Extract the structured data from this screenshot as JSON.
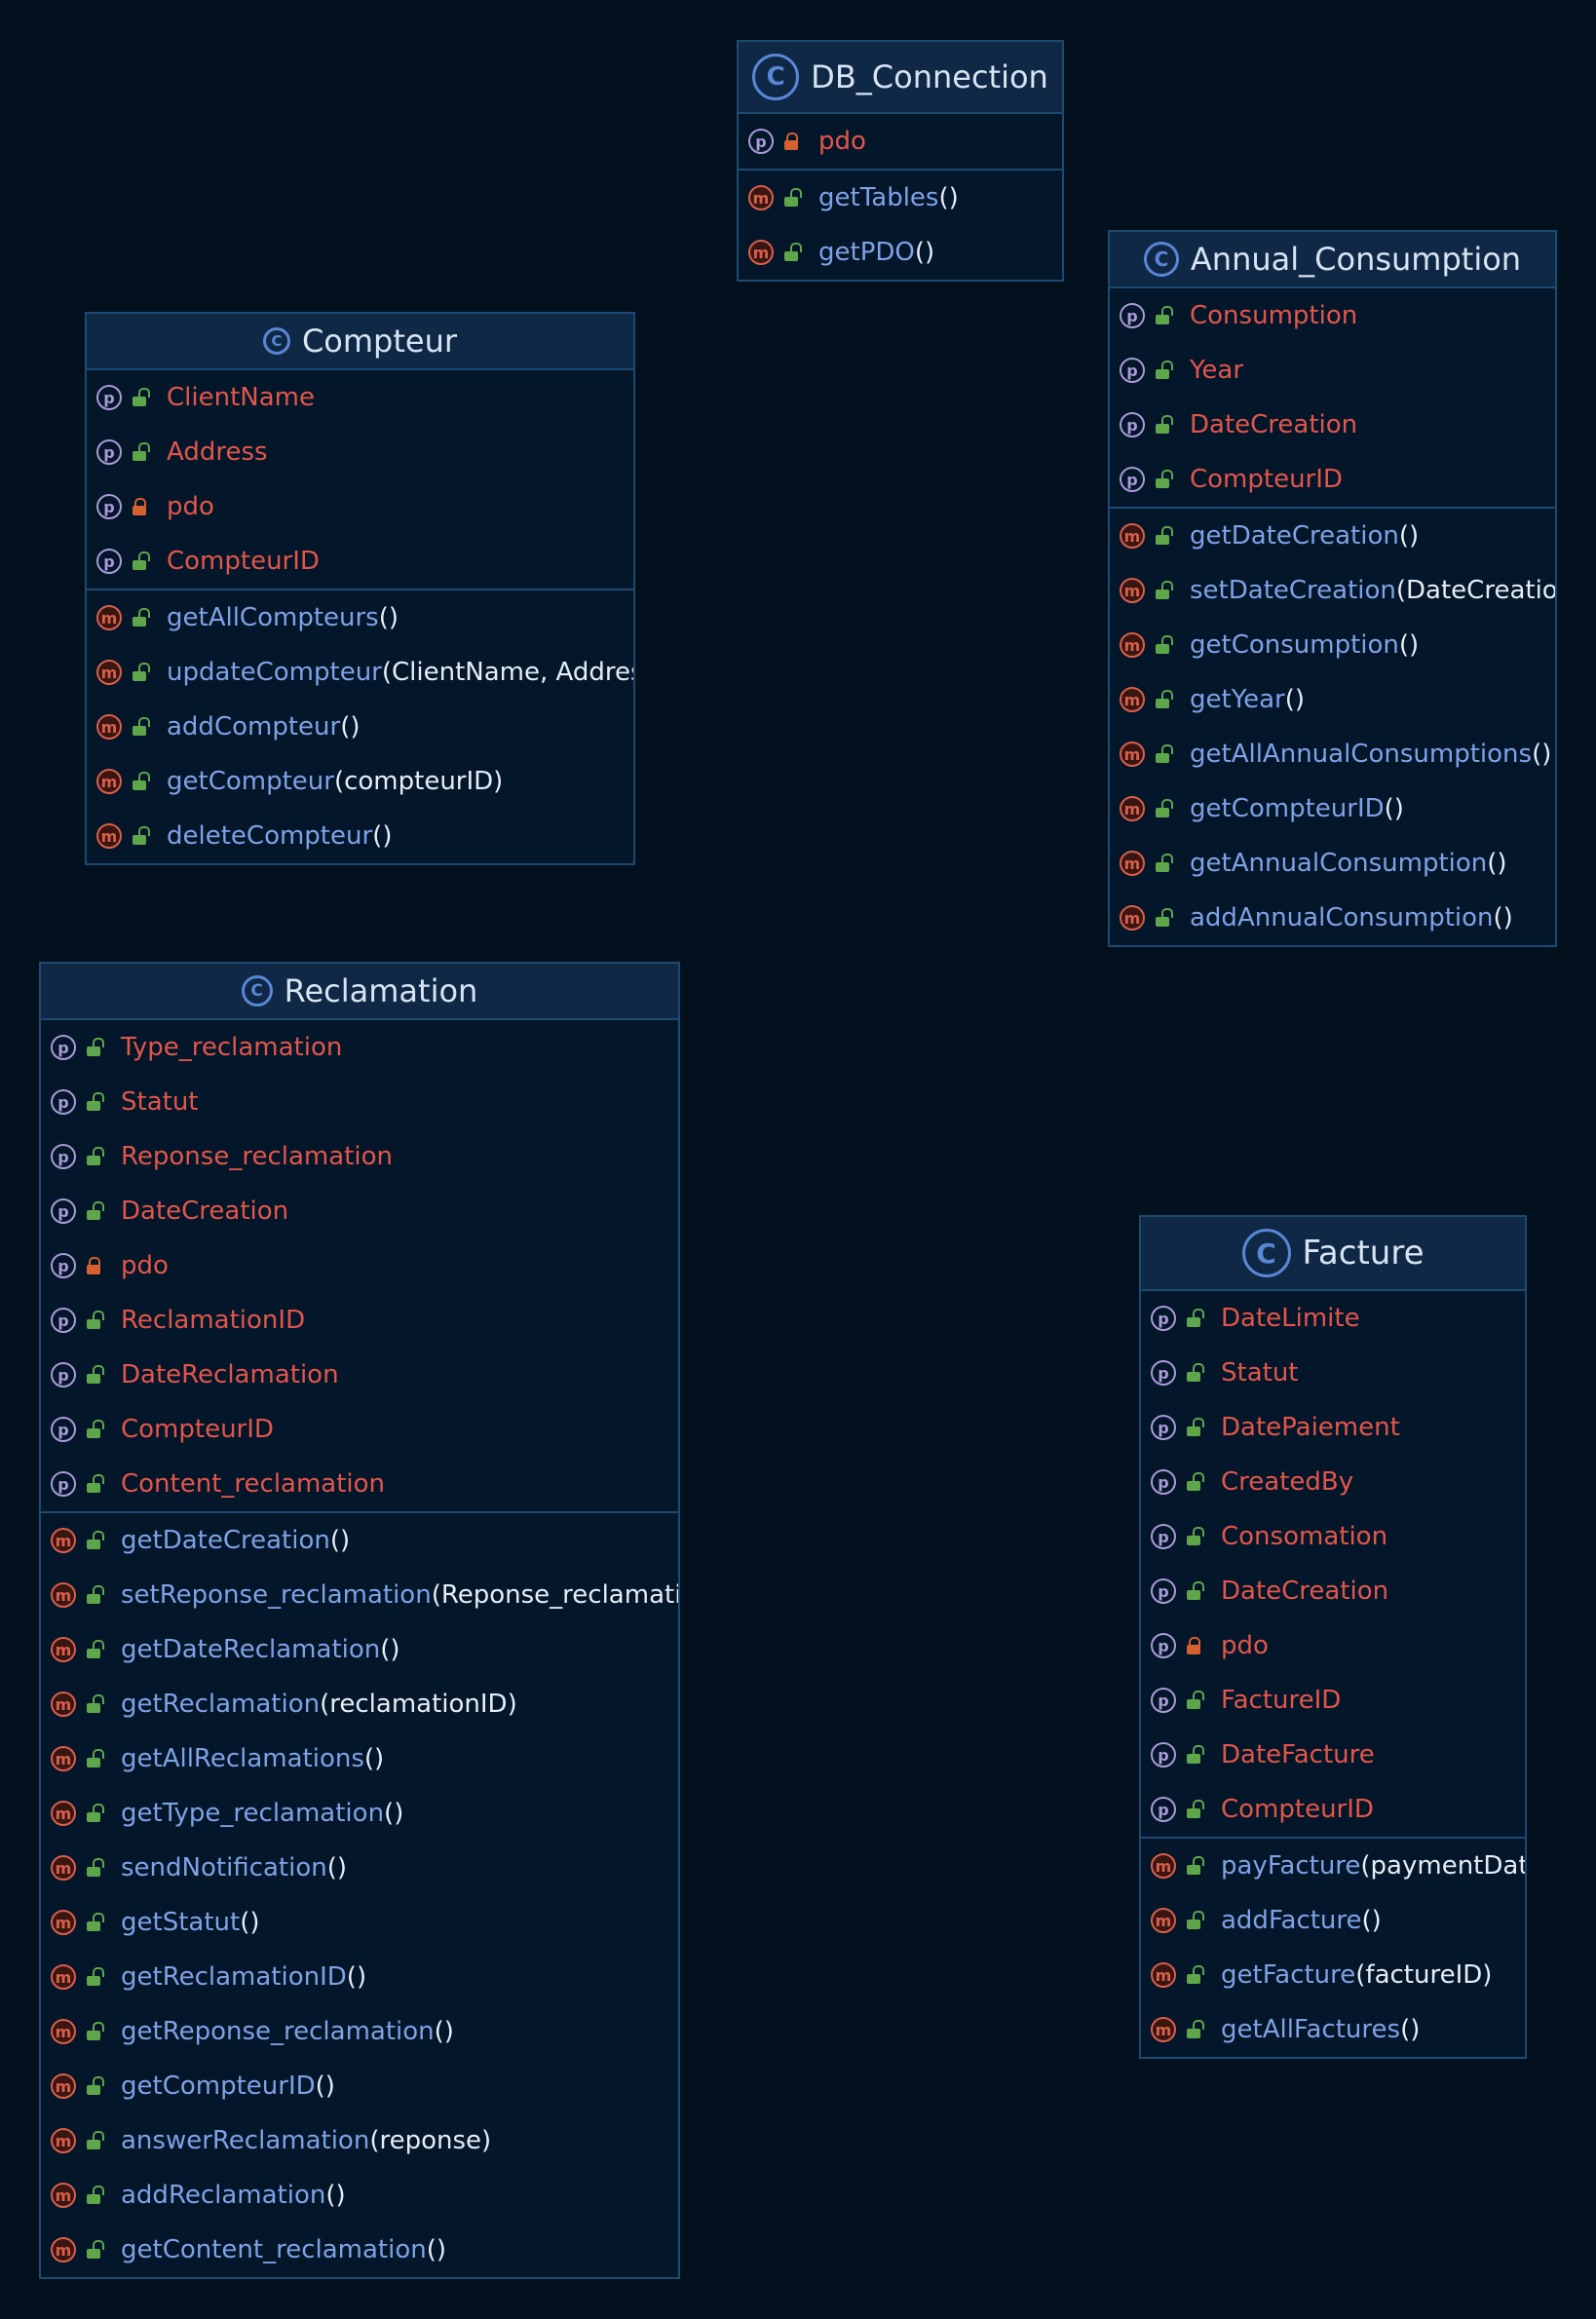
{
  "classes": [
    {
      "id": "db-connection",
      "name": "DB_Connection",
      "properties": [
        {
          "name": "pdo",
          "access": "private"
        }
      ],
      "methods": [
        {
          "name": "getTables",
          "args": "()",
          "access": "public"
        },
        {
          "name": "getPDO",
          "args": "()",
          "access": "public"
        }
      ]
    },
    {
      "id": "compteur",
      "name": "Compteur",
      "properties": [
        {
          "name": "ClientName",
          "access": "public"
        },
        {
          "name": "Address",
          "access": "public"
        },
        {
          "name": "pdo",
          "access": "private"
        },
        {
          "name": "CompteurID",
          "access": "public"
        }
      ],
      "methods": [
        {
          "name": "getAllCompteurs",
          "args": "()",
          "access": "public"
        },
        {
          "name": "updateCompteur",
          "args": "(ClientName, Address)",
          "access": "public"
        },
        {
          "name": "addCompteur",
          "args": "()",
          "access": "public"
        },
        {
          "name": "getCompteur",
          "args": "(compteurID)",
          "access": "public"
        },
        {
          "name": "deleteCompteur",
          "args": "()",
          "access": "public"
        }
      ]
    },
    {
      "id": "annual-consumption",
      "name": "Annual_Consumption",
      "properties": [
        {
          "name": "Consumption",
          "access": "public"
        },
        {
          "name": "Year",
          "access": "public"
        },
        {
          "name": "DateCreation",
          "access": "public"
        },
        {
          "name": "CompteurID",
          "access": "public"
        }
      ],
      "methods": [
        {
          "name": "getDateCreation",
          "args": "()",
          "access": "public"
        },
        {
          "name": "setDateCreation",
          "args": "(DateCreation)",
          "access": "public"
        },
        {
          "name": "getConsumption",
          "args": "()",
          "access": "public"
        },
        {
          "name": "getYear",
          "args": "()",
          "access": "public"
        },
        {
          "name": "getAllAnnualConsumptions",
          "args": "()",
          "access": "public"
        },
        {
          "name": "getCompteurID",
          "args": "()",
          "access": "public"
        },
        {
          "name": "getAnnualConsumption",
          "args": "()",
          "access": "public"
        },
        {
          "name": "addAnnualConsumption",
          "args": "()",
          "access": "public"
        }
      ]
    },
    {
      "id": "reclamation",
      "name": "Reclamation",
      "properties": [
        {
          "name": "Type_reclamation",
          "access": "public"
        },
        {
          "name": "Statut",
          "access": "public"
        },
        {
          "name": "Reponse_reclamation",
          "access": "public"
        },
        {
          "name": "DateCreation",
          "access": "public"
        },
        {
          "name": "pdo",
          "access": "private"
        },
        {
          "name": "ReclamationID",
          "access": "public"
        },
        {
          "name": "DateReclamation",
          "access": "public"
        },
        {
          "name": "CompteurID",
          "access": "public"
        },
        {
          "name": "Content_reclamation",
          "access": "public"
        }
      ],
      "methods": [
        {
          "name": "getDateCreation",
          "args": "()",
          "access": "public"
        },
        {
          "name": "setReponse_reclamation",
          "args": "(Reponse_reclamation)",
          "access": "public"
        },
        {
          "name": "getDateReclamation",
          "args": "()",
          "access": "public"
        },
        {
          "name": "getReclamation",
          "args": "(reclamationID)",
          "access": "public"
        },
        {
          "name": "getAllReclamations",
          "args": "()",
          "access": "public"
        },
        {
          "name": "getType_reclamation",
          "args": "()",
          "access": "public"
        },
        {
          "name": "sendNotification",
          "args": "()",
          "access": "public"
        },
        {
          "name": "getStatut",
          "args": "()",
          "access": "public"
        },
        {
          "name": "getReclamationID",
          "args": "()",
          "access": "public"
        },
        {
          "name": "getReponse_reclamation",
          "args": "()",
          "access": "public"
        },
        {
          "name": "getCompteurID",
          "args": "()",
          "access": "public"
        },
        {
          "name": "answerReclamation",
          "args": "(reponse)",
          "access": "public"
        },
        {
          "name": "addReclamation",
          "args": "()",
          "access": "public"
        },
        {
          "name": "getContent_reclamation",
          "args": "()",
          "access": "public"
        }
      ]
    },
    {
      "id": "facture",
      "name": "Facture",
      "properties": [
        {
          "name": "DateLimite",
          "access": "public"
        },
        {
          "name": "Statut",
          "access": "public"
        },
        {
          "name": "DatePaiement",
          "access": "public"
        },
        {
          "name": "CreatedBy",
          "access": "public"
        },
        {
          "name": "Consomation",
          "access": "public"
        },
        {
          "name": "DateCreation",
          "access": "public"
        },
        {
          "name": "pdo",
          "access": "private"
        },
        {
          "name": "FactureID",
          "access": "public"
        },
        {
          "name": "DateFacture",
          "access": "public"
        },
        {
          "name": "CompteurID",
          "access": "public"
        }
      ],
      "methods": [
        {
          "name": "payFacture",
          "args": "(paymentDate)",
          "access": "public"
        },
        {
          "name": "addFacture",
          "args": "()",
          "access": "public"
        },
        {
          "name": "getFacture",
          "args": "(factureID)",
          "access": "public"
        },
        {
          "name": "getAllFactures",
          "args": "()",
          "access": "public"
        }
      ]
    }
  ],
  "badges": {
    "property": "p",
    "method": "m",
    "class": "C"
  },
  "colors": {
    "background": "#03111f",
    "header": "#0e2846",
    "border": "#1d4a70",
    "property_name": "#e2564a",
    "method_name": "#7fa2e6",
    "args": "#e6edf6",
    "public_lock": "#5fa64a",
    "private_lock": "#d6602e"
  }
}
